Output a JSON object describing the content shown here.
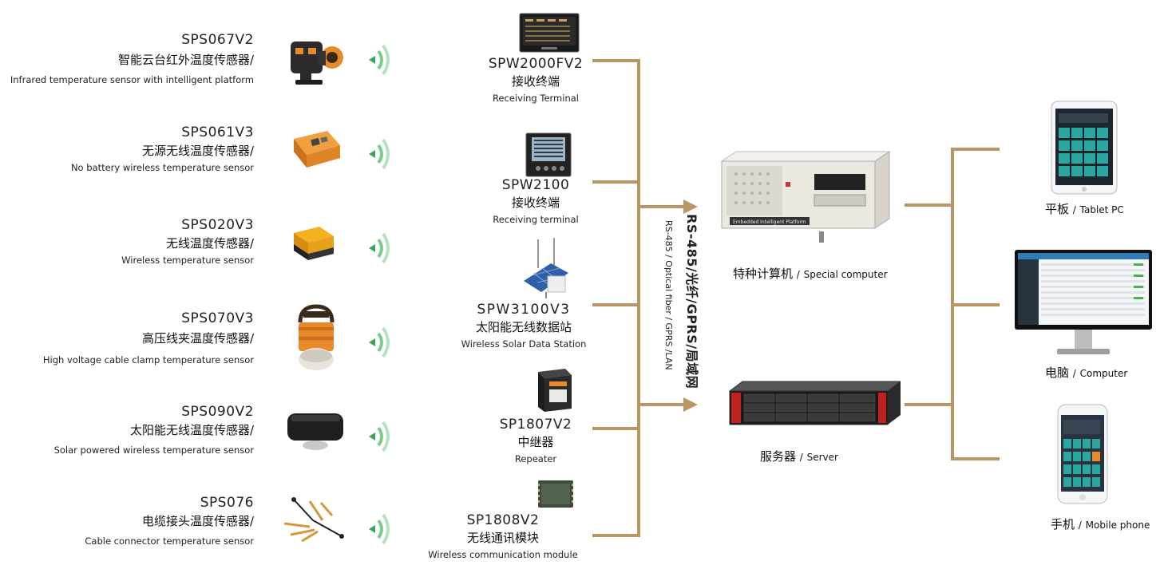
{
  "sensors": [
    {
      "model": "SPS067V2",
      "cn": "智能云台红外温度传感器/",
      "en": "Infrared temperature sensor with intelligent platform"
    },
    {
      "model": "SPS061V3",
      "cn": "无源无线温度传感器/",
      "en": "No battery wireless temperature sensor"
    },
    {
      "model": "SPS020V3",
      "cn": "无线温度传感器/",
      "en": "Wireless temperature sensor"
    },
    {
      "model": "SPS070V3",
      "cn": "高压线夹温度传感器/",
      "en": "High voltage cable clamp temperature sensor"
    },
    {
      "model": "SPS090V2",
      "cn": "太阳能无线温度传感器/",
      "en": "Solar powered wireless temperature sensor"
    },
    {
      "model": "SPS076",
      "cn": "电缆接头温度传感器/",
      "en": "Cable connector temperature sensor"
    }
  ],
  "receivers": [
    {
      "model": "SPW2000FV2",
      "cn": "接收终端",
      "en": "Receiving Terminal"
    },
    {
      "model": "SPW2100",
      "cn": "接收终端",
      "en": "Receiving terminal"
    },
    {
      "model": "SPW3100V3",
      "cn": "太阳能无线数据站",
      "en": "Wireless Solar Data Station"
    },
    {
      "model": "SP1807V2",
      "cn": "中继器",
      "en": "Repeater"
    },
    {
      "model": "SP1808V2",
      "cn": "无线通讯模块",
      "en": "Wireless communication module"
    }
  ],
  "bus": {
    "cn": "RS-485/光纤/GPRS/局域网",
    "en": "RS-485 / Optical fiber / GPRS /LAN"
  },
  "hosts": [
    {
      "cn": "特种计算机",
      "sep": "/",
      "en": "Special computer"
    },
    {
      "cn": "服务器",
      "sep": "/",
      "en": "Server"
    }
  ],
  "clients": [
    {
      "cn": "平板",
      "sep": "/",
      "en": "Tablet PC"
    },
    {
      "cn": "电脑",
      "sep": "/",
      "en": "Computer"
    },
    {
      "cn": "手机",
      "sep": "/",
      "en": "Mobile phone"
    }
  ],
  "computer_brand": "Embedded Intelligent Platform",
  "colors": {
    "connector": "#b89563",
    "wireless": "#3aa655",
    "sensor_orange": "#e8892a"
  }
}
